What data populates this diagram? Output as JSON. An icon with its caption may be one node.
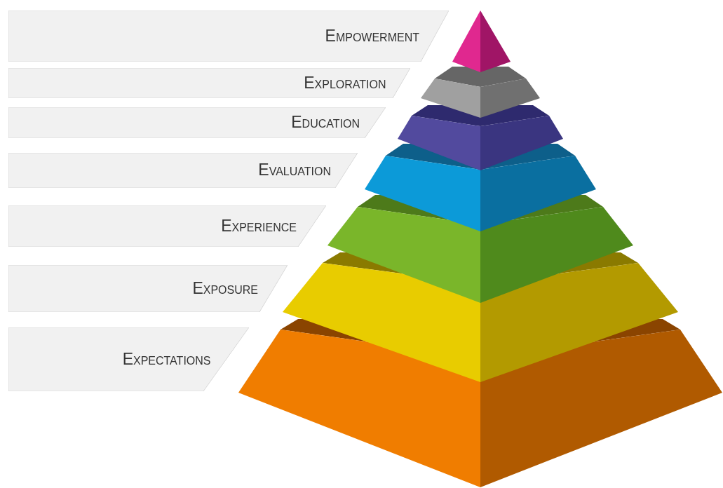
{
  "diagram": {
    "nodes": [
      {
        "text": [
          "Empowerment"
        ]
      },
      {
        "text": [
          "Exploration"
        ]
      },
      {
        "text": [
          "Education"
        ]
      },
      {
        "text": [
          "Evaluation"
        ]
      },
      {
        "text": [
          "Experience"
        ]
      },
      {
        "text": [
          "Exposure"
        ]
      },
      {
        "text": [
          "Expectations"
        ]
      }
    ]
  }
}
